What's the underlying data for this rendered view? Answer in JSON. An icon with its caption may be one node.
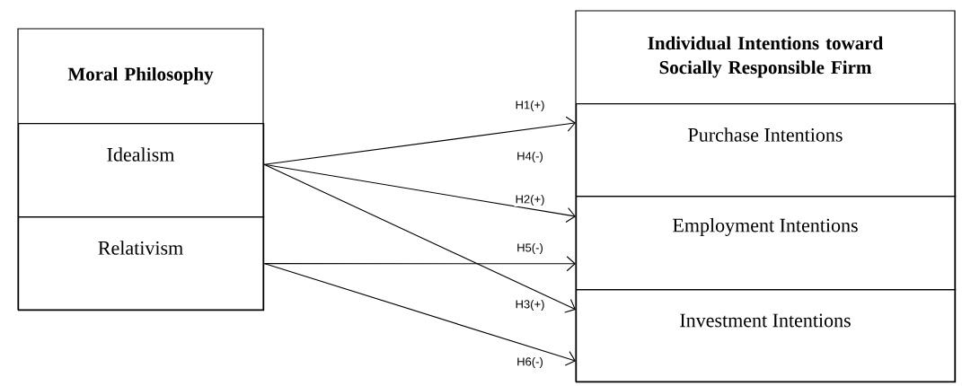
{
  "diagram": {
    "nodes": [
      {
        "text": [
          "Moral Philosophy"
        ]
      },
      {
        "text": [
          "Idealism"
        ],
        "in": 0
      },
      {
        "text": [
          "Relativism"
        ],
        "in": 0
      },
      {
        "text": [
          "Individual Intentions toward Socially Responsible Firm"
        ]
      },
      {
        "text": [
          "Purchase Intentions"
        ],
        "in": 3
      },
      {
        "text": [
          "Employment Intentions"
        ],
        "in": 3
      },
      {
        "text": [
          "Investment Intentions"
        ],
        "in": 3
      }
    ],
    "edges": [
      {
        "from": 1,
        "to": 4,
        "arrow": "to",
        "label": "H1(+)"
      },
      {
        "from": 1,
        "to": 5,
        "arrow": "to",
        "label": "H2(+)"
      },
      {
        "from": 1,
        "to": 6,
        "arrow": "to",
        "label": "H3(+)"
      },
      {
        "from": 2,
        "to": 5,
        "arrow": "to",
        "label": "H5(-)"
      },
      {
        "from": 2,
        "to": 6,
        "arrow": "to",
        "label": "H6(-)"
      }
    ],
    "labels": [
      "H4(-)"
    ]
  }
}
